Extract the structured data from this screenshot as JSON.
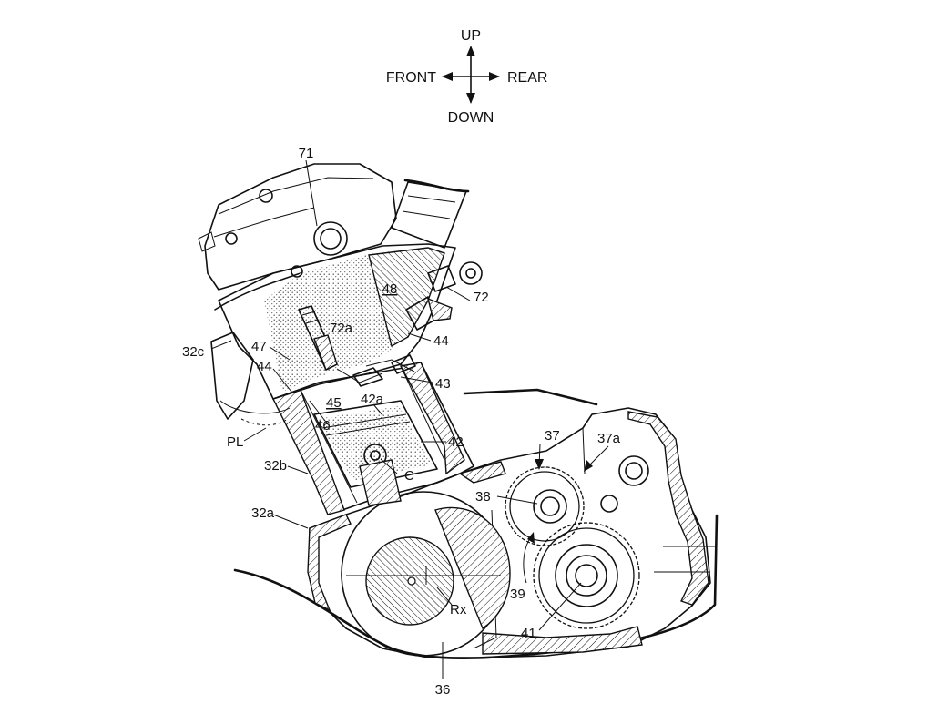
{
  "direction_indicator": {
    "up": "UP",
    "down": "DOWN",
    "front": "FRONT",
    "rear": "REAR"
  },
  "callouts": [
    {
      "id": "c71",
      "text": "71"
    },
    {
      "id": "c48",
      "text": "48",
      "underlined": true
    },
    {
      "id": "c72",
      "text": "72"
    },
    {
      "id": "c72a",
      "text": "72a"
    },
    {
      "id": "c32c",
      "text": "32c"
    },
    {
      "id": "c47",
      "text": "47"
    },
    {
      "id": "c44a",
      "text": "44"
    },
    {
      "id": "c44b",
      "text": "44"
    },
    {
      "id": "c43",
      "text": "43"
    },
    {
      "id": "c45",
      "text": "45",
      "underlined": true
    },
    {
      "id": "c42a",
      "text": "42a"
    },
    {
      "id": "c46",
      "text": "46"
    },
    {
      "id": "cPL",
      "text": "PL"
    },
    {
      "id": "c42",
      "text": "42"
    },
    {
      "id": "c32b",
      "text": "32b"
    },
    {
      "id": "cC",
      "text": "C"
    },
    {
      "id": "c37",
      "text": "37"
    },
    {
      "id": "c37a",
      "text": "37a"
    },
    {
      "id": "c38",
      "text": "38"
    },
    {
      "id": "c32a",
      "text": "32a"
    },
    {
      "id": "c39",
      "text": "39"
    },
    {
      "id": "cRx",
      "text": "Rx"
    },
    {
      "id": "c41",
      "text": "41"
    },
    {
      "id": "c36",
      "text": "36"
    }
  ]
}
